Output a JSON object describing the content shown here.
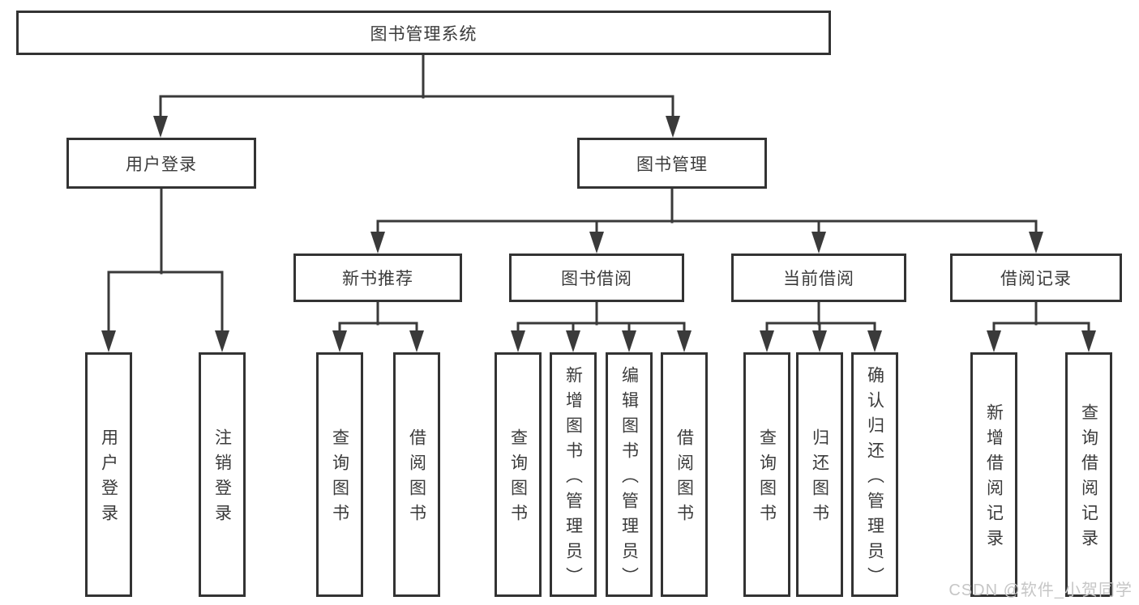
{
  "diagram": {
    "tree": {
      "label": "图书管理系统",
      "children": [
        {
          "label": "用户登录",
          "children": [
            {
              "label": "用户登录"
            },
            {
              "label": "注销登录"
            }
          ]
        },
        {
          "label": "图书管理",
          "children": [
            {
              "label": "新书推荐",
              "children": [
                {
                  "label": "查询图书"
                },
                {
                  "label": "借阅图书"
                }
              ]
            },
            {
              "label": "图书借阅",
              "children": [
                {
                  "label": "查询图书"
                },
                {
                  "label": "新增图书（管理员）"
                },
                {
                  "label": "编辑图书（管理员）"
                },
                {
                  "label": "借阅图书"
                }
              ]
            },
            {
              "label": "当前借阅",
              "children": [
                {
                  "label": "查询图书"
                },
                {
                  "label": "归还图书"
                },
                {
                  "label": "确认归还（管理员）"
                }
              ]
            },
            {
              "label": "借阅记录",
              "children": [
                {
                  "label": "新增借阅记录"
                },
                {
                  "label": "查询借阅记录"
                }
              ]
            }
          ]
        }
      ]
    },
    "colors": {
      "line": "#3a3a3a",
      "box_border": "#333333",
      "text": "#3b3b3b",
      "background": "#ffffff",
      "watermark": "#c6c6c6"
    }
  },
  "watermark": {
    "text": "CSDN @软件_小贺同学"
  }
}
